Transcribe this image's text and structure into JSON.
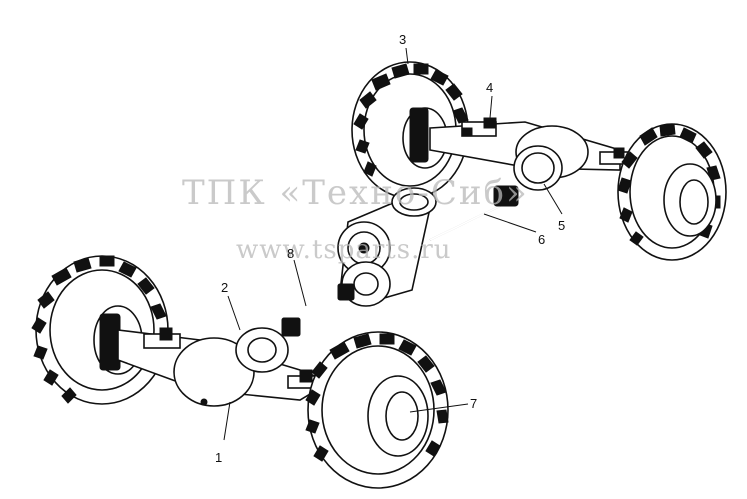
{
  "watermark": {
    "line1": "ТПК «Техно-Сиб»",
    "line2": "www.tsparts.ru"
  },
  "callouts": [
    {
      "id": "1",
      "text": "1"
    },
    {
      "id": "2",
      "text": "2"
    },
    {
      "id": "3",
      "text": "3"
    },
    {
      "id": "4",
      "text": "4"
    },
    {
      "id": "5",
      "text": "5"
    },
    {
      "id": "6",
      "text": "6"
    },
    {
      "id": "7",
      "text": "7"
    },
    {
      "id": "8",
      "text": "8"
    }
  ]
}
